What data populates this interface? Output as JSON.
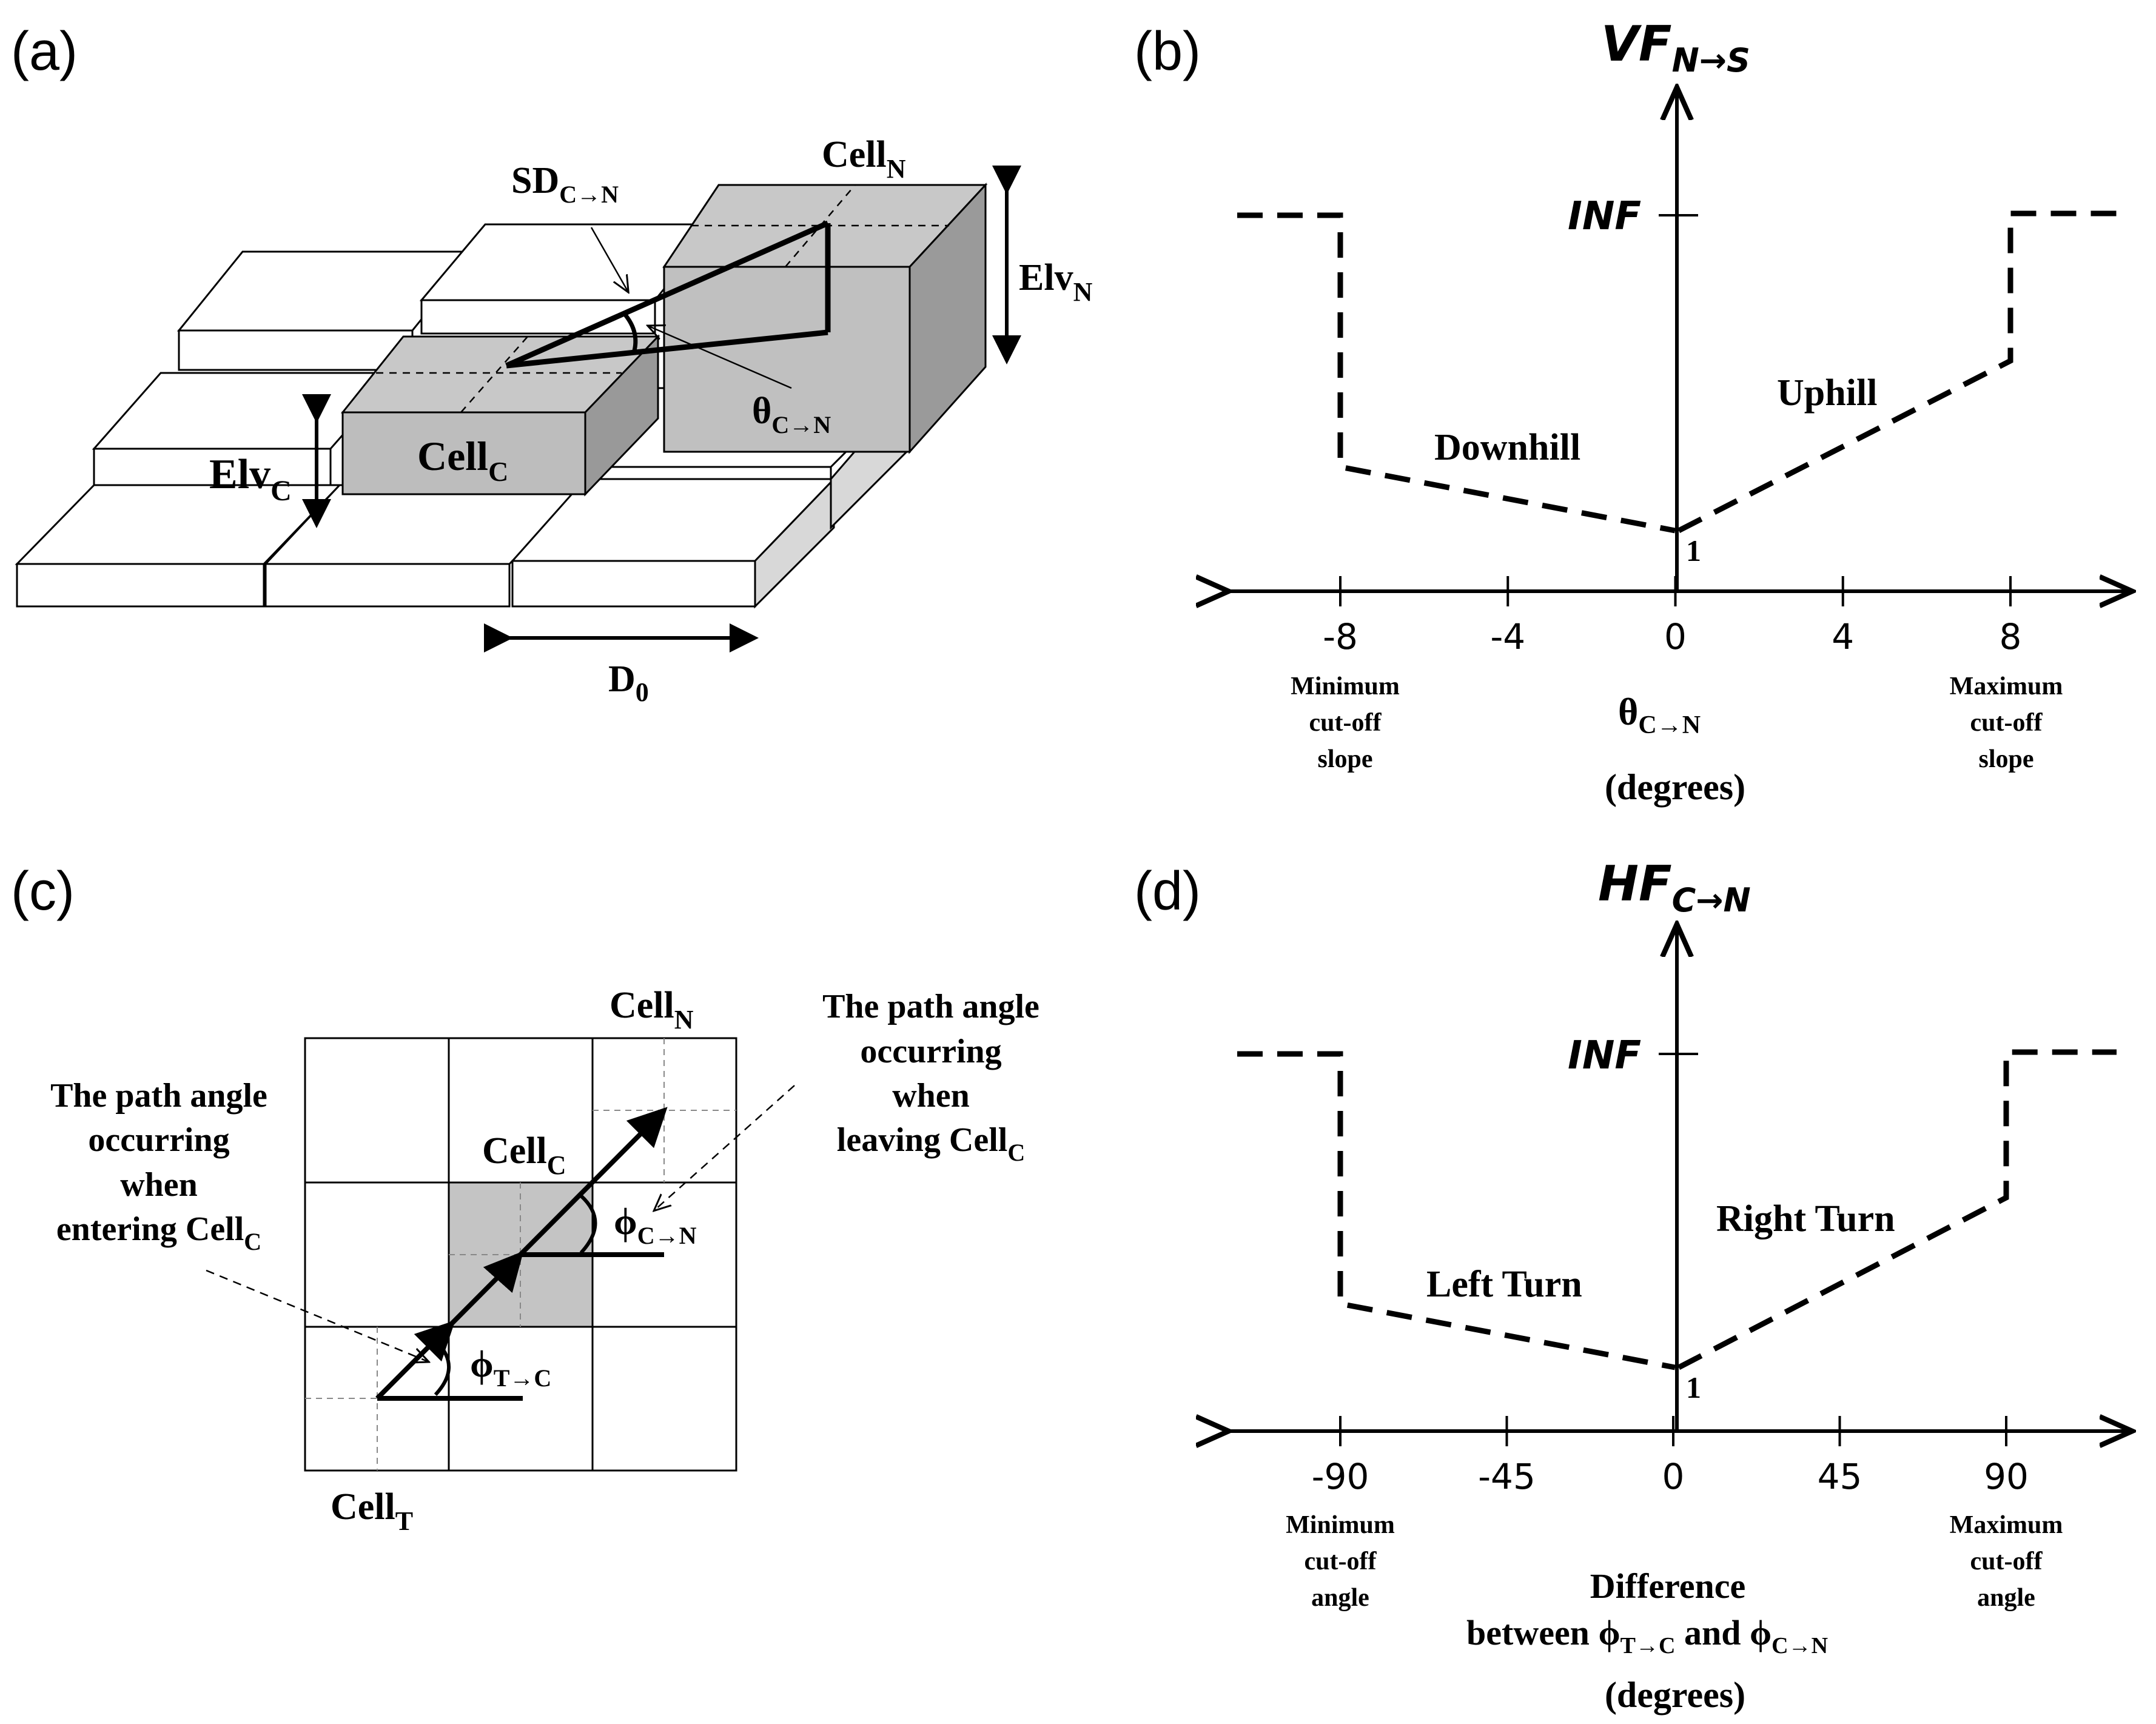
{
  "panels": {
    "a": {
      "letter": "(a)",
      "cell_n": "Cell",
      "cell_n_sub": "N",
      "cell_c": "Cell",
      "cell_c_sub": "C",
      "elv_n": "Elv",
      "elv_n_sub": "N",
      "elv_c": "Elv",
      "elv_c_sub": "C",
      "sd": "SD",
      "sd_sub": "C→N",
      "theta": "θ",
      "theta_sub": "C→N",
      "d0": "D",
      "d0_sub": "0"
    },
    "b": {
      "letter": "(b)",
      "y_label": "VF",
      "y_label_sub": "N→S",
      "inf": "INF",
      "one": "1",
      "ticks": [
        "-8",
        "-4",
        "0",
        "4",
        "8"
      ],
      "downhill": "Downhill",
      "uphill": "Uphill",
      "min_note": [
        "Minimum",
        "cut-off",
        "slope"
      ],
      "max_note": [
        "Maximum",
        "cut-off",
        "slope"
      ],
      "x_label": "θ",
      "x_label_sub": "C→N",
      "unit": "(degrees)"
    },
    "c": {
      "letter": "(c)",
      "cell_n": "Cell",
      "cell_n_sub": "N",
      "cell_c": "Cell",
      "cell_c_sub": "C",
      "cell_t": "Cell",
      "cell_t_sub": "T",
      "phi_cn": "ϕ",
      "phi_cn_sub": "C→N",
      "phi_tc": "ϕ",
      "phi_tc_sub": "T→C",
      "left_note": [
        "The path angle",
        "occurring",
        "when"
      ],
      "left_note_last": "entering Cell",
      "left_note_last_sub": "C",
      "right_note": [
        "The path angle",
        "occurring",
        "when"
      ],
      "right_note_last": "leaving Cell",
      "right_note_last_sub": "C"
    },
    "d": {
      "letter": "(d)",
      "y_label": "HF",
      "y_label_sub": "C→N",
      "inf": "INF",
      "one": "1",
      "ticks": [
        "-90",
        "-45",
        "0",
        "45",
        "90"
      ],
      "left_turn": "Left Turn",
      "right_turn": "Right Turn",
      "min_note": [
        "Minimum",
        "cut-off",
        "angle"
      ],
      "max_note": [
        "Maximum",
        "cut-off",
        "angle"
      ],
      "x_label_1": "Difference",
      "x_label_2a": "between ϕ",
      "x_label_2a_sub": "T→C",
      "x_label_2b": " and ϕ",
      "x_label_2b_sub": "C→N",
      "unit": "(degrees)"
    }
  },
  "chart_data": [
    {
      "type": "line",
      "panel": "b",
      "x_ticks": [
        -8,
        -4,
        0,
        4,
        8
      ],
      "y_marks": [
        "1",
        "INF"
      ],
      "series": [
        {
          "name": "Downhill",
          "x": [
            -8,
            0
          ],
          "y_note": "rises from 1 at 0 to a higher value at -8, then jumps to INF beyond -8"
        },
        {
          "name": "Uphill",
          "x": [
            0,
            8
          ],
          "y_note": "rises from 1 at 0 to a higher value at 8, then jumps to INF beyond 8"
        }
      ]
    },
    {
      "type": "line",
      "panel": "d",
      "x_ticks": [
        -90,
        -45,
        0,
        45,
        90
      ],
      "y_marks": [
        "1",
        "INF"
      ],
      "series": [
        {
          "name": "Left Turn",
          "x": [
            -90,
            0
          ]
        },
        {
          "name": "Right Turn",
          "x": [
            0,
            90
          ]
        }
      ]
    }
  ]
}
